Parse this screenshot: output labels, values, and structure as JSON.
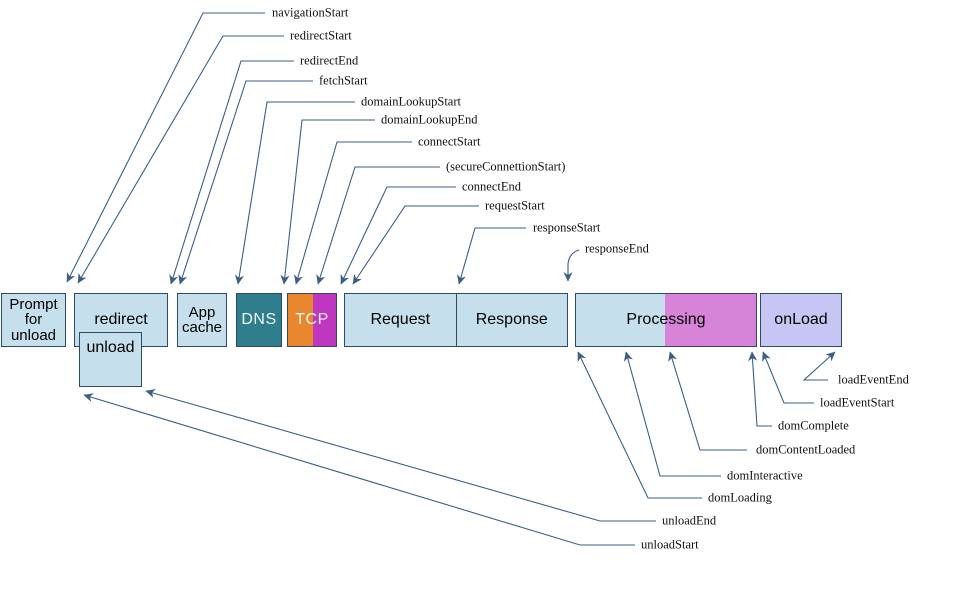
{
  "diagram": {
    "kind": "navigation-timing-diagram",
    "boxes": [
      {
        "id": "prompt-for-unload",
        "label": "Prompt for unload"
      },
      {
        "id": "redirect",
        "label": "redirect"
      },
      {
        "id": "unload",
        "label": "unload"
      },
      {
        "id": "app-cache",
        "label": "App cache"
      },
      {
        "id": "dns",
        "label": "DNS"
      },
      {
        "id": "tcp",
        "label": "TCP"
      },
      {
        "id": "request",
        "label": "Request"
      },
      {
        "id": "response",
        "label": "Response"
      },
      {
        "id": "processing",
        "label": "Processing"
      },
      {
        "id": "onload",
        "label": "onLoad"
      }
    ],
    "events_top": [
      "navigationStart",
      "redirectStart",
      "redirectEnd",
      "fetchStart",
      "domainLookupStart",
      "domainLookupEnd",
      "connectStart",
      "(secureConnettionStart)",
      "connectEnd",
      "requestStart",
      "responseStart",
      "responseEnd"
    ],
    "events_bottom": [
      "loadEventEnd",
      "loadEventStart",
      "domComplete",
      "domContentLoaded",
      "domInteractive",
      "domLoading",
      "unloadEnd",
      "unloadStart"
    ],
    "colors": {
      "box_fill_light_blue": "#c5e0ec",
      "dns_fill": "#2e7e8e",
      "tcp_orange": "#e8872e",
      "tcp_magenta": "#bf36c0",
      "processing_pink": "#d783d8",
      "onload_lavender": "#c7c5f3",
      "box_border": "#2d4b66",
      "arrow_line": "#3d5e85",
      "box_text_light": "#f3f8f9",
      "text": "#101010"
    }
  }
}
